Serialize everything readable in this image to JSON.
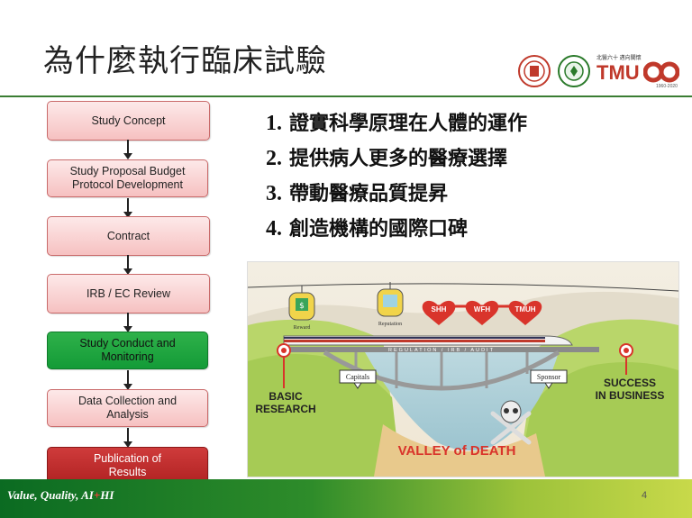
{
  "title": "為什麼執行臨床試驗",
  "logos": {
    "tmu_small_text": "北醫六十 邁向關懷",
    "tmu_text": "TMU",
    "tmu_years": "1960-2020"
  },
  "flow_steps": [
    {
      "label": "Study Concept"
    },
    {
      "label": "Study Proposal Budget Protocol Development"
    },
    {
      "label": "Contract"
    },
    {
      "label": "IRB / EC Review"
    },
    {
      "label": "Study Conduct and Monitoring"
    },
    {
      "label": "Data Collection and Analysis"
    },
    {
      "label": "Publication of Results"
    }
  ],
  "reasons": [
    {
      "num": "1.",
      "text": "證實科學原理在人體的運作"
    },
    {
      "num": "2.",
      "text": "提供病人更多的醫療選擇"
    },
    {
      "num": "3.",
      "text": "帶動醫療品質提昇"
    },
    {
      "num": "4.",
      "text": "創造機構的國際口碑"
    }
  ],
  "illustration": {
    "reward": "Reward",
    "reputation": "Reputation",
    "hospitals": [
      "SHH",
      "WFH",
      "TMUH"
    ],
    "bridge_text": "REGULATION / IRB / AUDIT",
    "capitals": "Capitals",
    "sponsor": "Sponsor",
    "basic_research_1": "BASIC",
    "basic_research_2": "RESEARCH",
    "success_1": "SUCCESS",
    "success_2": "IN BUSINESS",
    "valley": "VALLEY of DEATH"
  },
  "footer": {
    "text_a": "Value, Quality, AI",
    "plus": "+",
    "text_b": "HI",
    "page": "4"
  },
  "colors": {
    "accent_green": "#3a7d33",
    "step_pink": "#f6c1c1",
    "step_green": "#139b37",
    "step_red": "#b02222",
    "hospital_red": "#d9342b"
  }
}
